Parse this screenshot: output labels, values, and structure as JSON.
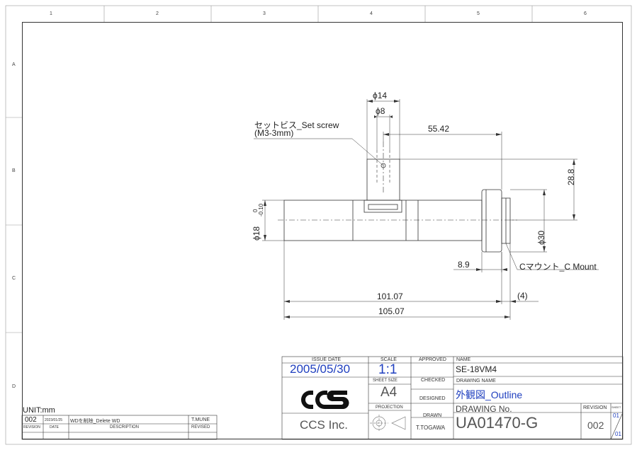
{
  "zones": {
    "cols": [
      "1",
      "2",
      "3",
      "4",
      "5",
      "6"
    ],
    "rows": [
      "A",
      "B",
      "C",
      "D"
    ]
  },
  "notes": {
    "set_screw_jp_en": "セットビス_Set screw",
    "set_screw_spec": "(M3-3mm)",
    "c_mount": "Cマウント_C Mount"
  },
  "dimensions": {
    "d14": "ϕ14",
    "d8": "ϕ8",
    "d55": "55.42",
    "d28": "28.8",
    "d18": "ϕ18",
    "d18_tol_upper": "0",
    "d18_tol_lower": "-0.10",
    "d30": "ϕ30",
    "d8_9": "8.9",
    "d101": "101.07",
    "d105": "105.07",
    "d4": "(4)"
  },
  "unit": "UNIT:mm",
  "revision_block": {
    "rev": "002",
    "date": "2023/01/25",
    "description": "WDを削除_Delete WD",
    "by": "T.MUNE",
    "hdr_revision": "REVISION",
    "hdr_date": "DATE",
    "hdr_description": "DESCRIPTION",
    "hdr_revised": "REVISED"
  },
  "title_block": {
    "issue_date_label": "ISSUE DATE",
    "issue_date": "2005/05/30",
    "scale_label": "SCALE",
    "scale": "1:1",
    "approved_label": "APPROVED",
    "name_label": "NAME",
    "name": "SE-18VM4",
    "sheet_size_label": "SHEET SIZE",
    "sheet_size": "A4",
    "checked_label": "CHECKED",
    "drawing_name_label": "DRAWING NAME",
    "drawing_name": "外観図_Outline",
    "designed_label": "DESIGNED",
    "projection_label": "PROJECTION",
    "drawing_no_label": "DRAWING No.",
    "drawing_no": "UA01470-G",
    "revision_label": "REVISION",
    "revision": "002",
    "sheet_label": "SHEET",
    "sheet_num": "01",
    "sheet_total": "01",
    "drawn_label": "DRAWN",
    "drawn_by": "T.TOGAWA",
    "company": "CCS Inc.",
    "logo": "CCS"
  }
}
